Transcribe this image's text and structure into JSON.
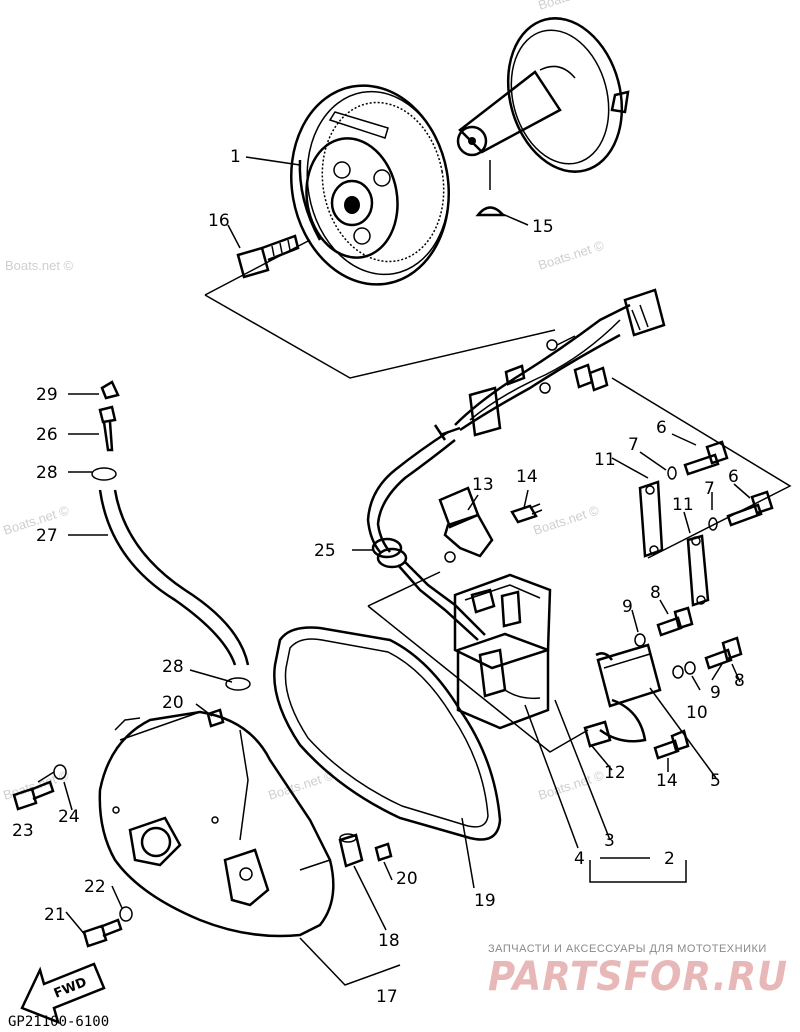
{
  "parts": {
    "p1": "1",
    "p2": "2",
    "p3": "3",
    "p4": "4",
    "p5": "5",
    "p6a": "6",
    "p6b": "6",
    "p7a": "7",
    "p7b": "7",
    "p8a": "8",
    "p8b": "8",
    "p9a": "9",
    "p9b": "9",
    "p10": "10",
    "p11a": "11",
    "p11b": "11",
    "p12": "12",
    "p13": "13",
    "p14a": "14",
    "p14b": "14",
    "p15": "15",
    "p16": "16",
    "p17": "17",
    "p18": "18",
    "p19": "19",
    "p20a": "20",
    "p20b": "20",
    "p21": "21",
    "p22": "22",
    "p23": "23",
    "p24": "24",
    "p25": "25",
    "p26": "26",
    "p27": "27",
    "p28a": "28",
    "p28b": "28",
    "p29": "29"
  },
  "watermark": "Boats.net ©",
  "fwd_label": "FWD",
  "diagram_code": "GP21100-6100",
  "brand": {
    "tagline": "ЗАПЧАСТИ И АКСЕССУАРЫ ДЛЯ МОТОТЕХНИКИ",
    "name": "PARTSFOR.RU"
  }
}
